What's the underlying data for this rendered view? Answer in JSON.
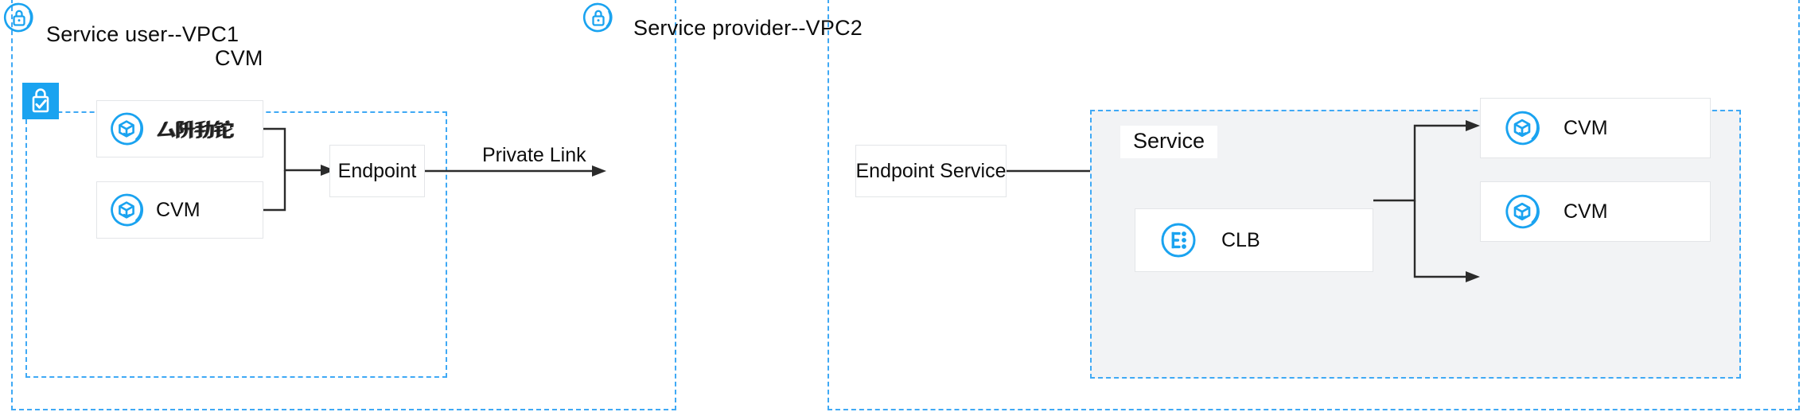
{
  "diagram": {
    "title_left": "Service user--VPC1",
    "title_right": "Service provider--VPC2",
    "subnet_left_label": "CVM",
    "service_group_label": "Service",
    "flow_label": "Private Link",
    "icons": {
      "lock_outline": "lock-circle-icon",
      "lock_filled": "lock-check-icon",
      "cvm": "cvm-icon",
      "clb": "clb-icon"
    },
    "nodes": {
      "user_cvm_1": "厶阩劧铊",
      "user_cvm_2": "CVM",
      "endpoint": "Endpoint",
      "endpoint_service": "Endpoint Service",
      "clb": "CLB",
      "provider_cvm_1": "CVM",
      "provider_cvm_2": "CVM"
    },
    "colors": {
      "accent": "#1aa3f0",
      "dashed_border": "#3fa9f5",
      "group_fill": "#f2f3f5",
      "card_border": "#e3e5e8",
      "connector": "#2b2b2b",
      "text": "#0d0d0d"
    }
  }
}
